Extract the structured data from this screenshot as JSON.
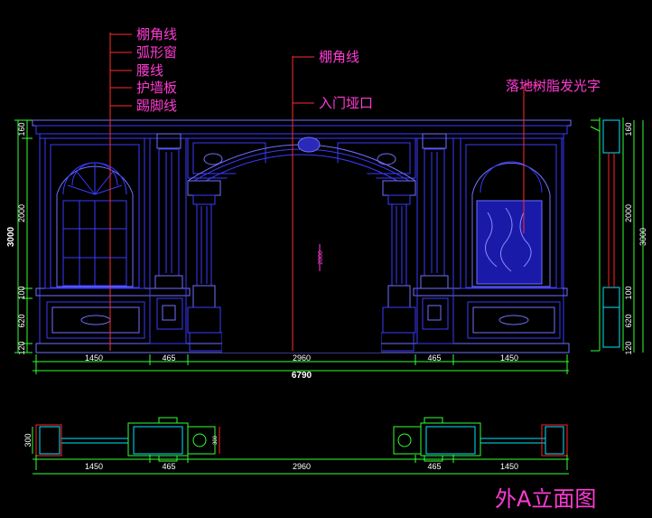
{
  "title": "外A立面图",
  "callouts_left": [
    "棚角线",
    "弧形窗",
    "腰线",
    "护墙板",
    "踢脚线"
  ],
  "callouts_center": [
    "棚角线",
    "入门垭口"
  ],
  "callout_right": "落地树脂发光字",
  "dims_horizontal": [
    "1450",
    "465",
    "2960",
    "465",
    "1450"
  ],
  "dim_total": "6790",
  "dims_vertical_left": [
    "160",
    "2000",
    "100",
    "620",
    "120"
  ],
  "dim_height_total": "3000",
  "dim_arch_height": "2800",
  "dims_side_section": [
    "160",
    "2000",
    "100",
    "620",
    "120"
  ],
  "dim_side_total": "3000",
  "plan_dims": [
    "1450",
    "465",
    "2960",
    "465",
    "1450"
  ],
  "plan_depth": "300",
  "plan_small": "300"
}
